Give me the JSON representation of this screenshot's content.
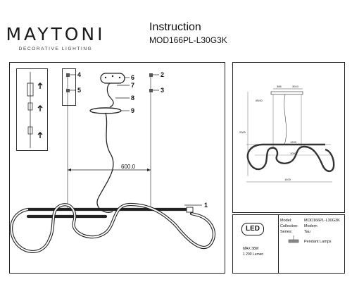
{
  "brand": {
    "name": "MAYTONI",
    "tagline": "DECORATIVE LIGHTING"
  },
  "document": {
    "title": "Instruction",
    "model": "MOD166PL-L30G3K"
  },
  "assembly": {
    "callouts": [
      "1",
      "2",
      "3",
      "4",
      "5",
      "6",
      "7",
      "8",
      "9"
    ],
    "span_dimension": "600.0"
  },
  "dimensions_drawing": {
    "values": [
      "386",
      "3010",
      "Ø100",
      "1220",
      "1000",
      "2000",
      "1400"
    ]
  },
  "specs": {
    "led_badge": "LED",
    "power": "MAX 38W",
    "lumen": "1 200 Lumen",
    "rows": [
      {
        "label": "Model:",
        "value": "MOD166PL-L30G3K"
      },
      {
        "label": "Collection:",
        "value": "Modern"
      },
      {
        "label": "Series:",
        "value": "Tau"
      },
      {
        "label": "",
        "value": "Pendant Lamps"
      }
    ]
  },
  "colors": {
    "line": "#222222",
    "background": "#ffffff"
  }
}
